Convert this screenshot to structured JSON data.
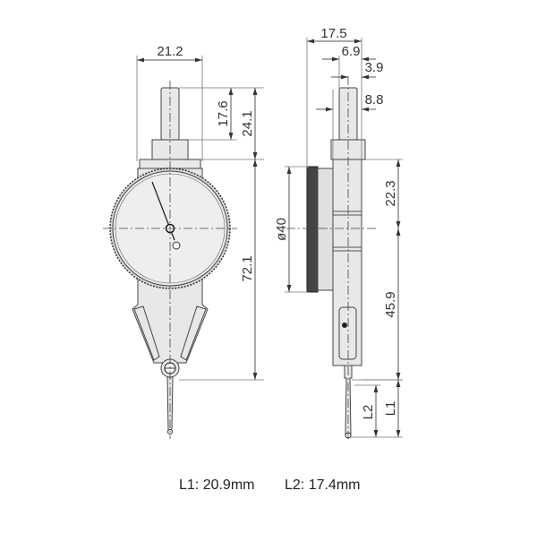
{
  "front_view": {
    "dimensions": {
      "width_top": "21.2",
      "stem_length": "17.6",
      "top_to_shoulder": "24.1",
      "overall_height": "72.1"
    }
  },
  "side_view": {
    "dimensions": {
      "depth": "17.5",
      "stem_offset": "6.9",
      "stem_radius": "3.9",
      "stem_diameter": "8.8",
      "dial_diameter": "ø40",
      "top_to_center": "22.3",
      "center_to_bottom": "45.9",
      "l1_label": "L1",
      "l2_label": "L2"
    }
  },
  "legend": {
    "l1": "L1: 20.9mm",
    "l2": "L2: 17.4mm"
  },
  "colors": {
    "body_fill": "#e8e8e8",
    "outline": "#444444",
    "dimension_line": "#555555"
  }
}
